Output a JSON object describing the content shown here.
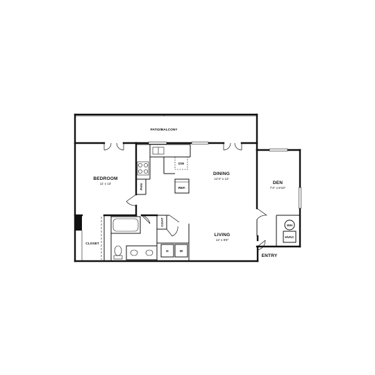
{
  "rooms": {
    "patio": {
      "name": "PATIO/BALCONY"
    },
    "bedroom": {
      "name": "BEDROOM",
      "dims": "11' x 13'"
    },
    "dining": {
      "name": "DINING",
      "dims": "12'4\" x 13'"
    },
    "den": {
      "name": "DEN",
      "dims": "7'4\" x 8'10\""
    },
    "living": {
      "name": "LIVING",
      "dims": "12' x 8'8\""
    },
    "closet": {
      "name": "CLOSET"
    }
  },
  "fixtures": {
    "dishwasher": "DW",
    "refrigerator": "REF.",
    "pantry": "PAN",
    "coat": "COAT",
    "dryer": "D",
    "washer": "W",
    "water_heater": "WH",
    "hvac": "HVAC"
  },
  "entry": {
    "label": "ENTRY"
  }
}
